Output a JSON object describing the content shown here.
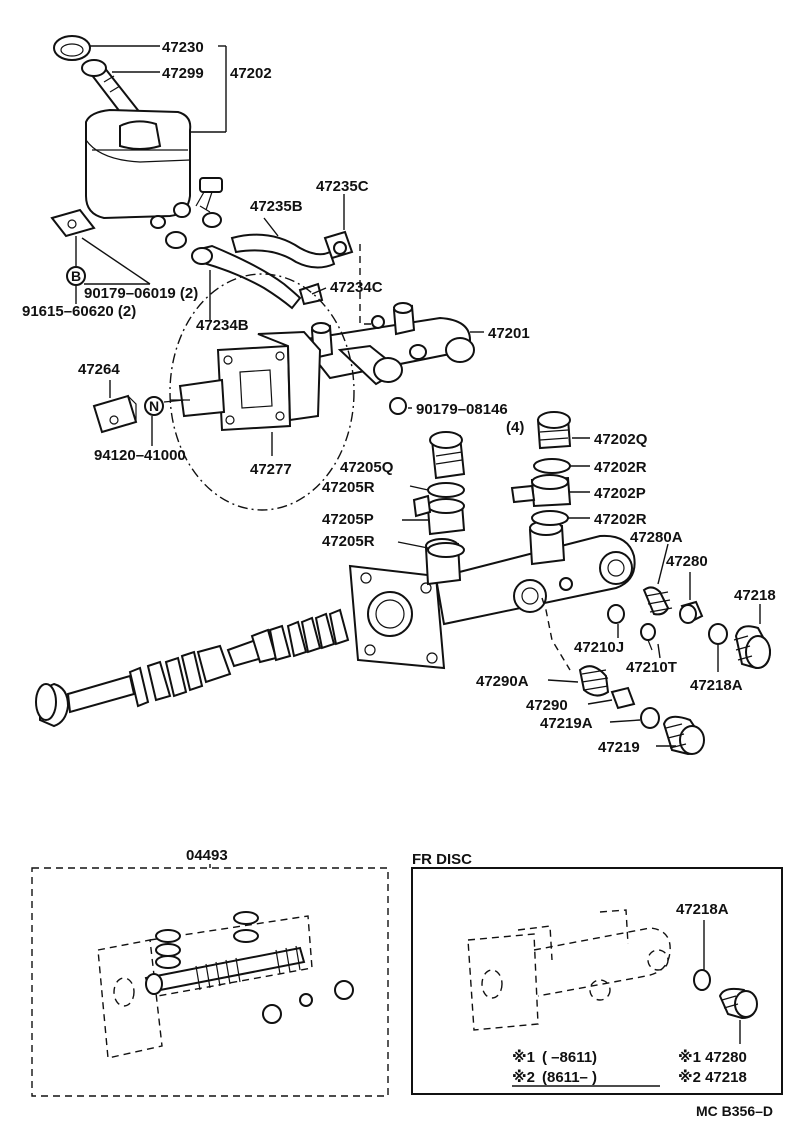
{
  "labels": {
    "p47230": "47230",
    "p47299": "47299",
    "p47202": "47202",
    "p47235C": "47235C",
    "p47235B": "47235B",
    "p90179_06019": "90179–06019 (2)",
    "p91615": "91615–60620 (2)",
    "p47234C": "47234C",
    "p47234B": "47234B",
    "p47201": "47201",
    "p47264": "47264",
    "p90179_08146": "90179–08146",
    "p90179_qty": "(4)",
    "p94120": "94120–41000",
    "p47277": "47277",
    "p47202Q": "47202Q",
    "p47205Q": "47205Q",
    "p47202R_a": "47202R",
    "p47205R_a": "47205R",
    "p47202P": "47202P",
    "p47205P": "47205P",
    "p47202R_b": "47202R",
    "p47205R_b": "47205R",
    "p47280A": "47280A",
    "p47280": "47280",
    "p47218": "47218",
    "p47210J": "47210J",
    "p47210T": "47210T",
    "p47218A": "47218A",
    "p47290A": "47290A",
    "p47290": "47290",
    "p47219A": "47219A",
    "p47219": "47219",
    "b_marker": "B",
    "n_marker": "N"
  },
  "kit": {
    "part_no": "04493"
  },
  "fr_disc": {
    "title": "FR DISC",
    "part_47218A": "47218A",
    "note1_mark": "※1",
    "note1_text": "(        –8611)",
    "note2_mark": "※2",
    "note2_text": "(8611–        )",
    "note1_part": "※1 47280",
    "note2_part": "※2 47218"
  },
  "footer_code": "MC B356–D"
}
